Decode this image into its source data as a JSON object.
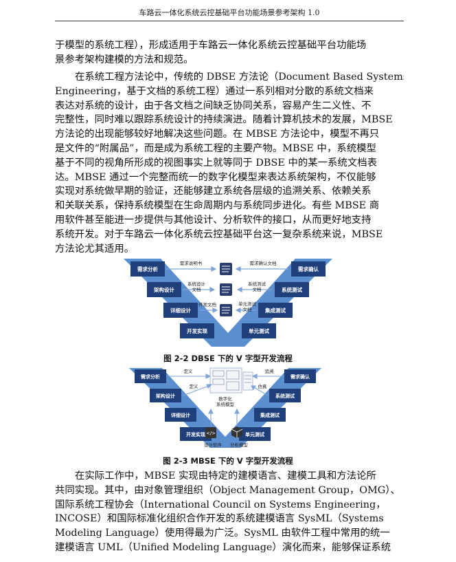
{
  "header": {
    "title": "车路云一体化系统云控基础平台功能场景参考架构 1.0"
  },
  "para1": {
    "lines": [
      "于模型的系统工程），形成适用于车路云一体化系统云控基础平台功能场",
      "景参考架构建模的方法和规范。"
    ]
  },
  "para2": {
    "lines": [
      "在系统工程方法论中，传统的 DBSE 方法论（Document Based Systems",
      "Engineering，基于文档的系统工程）通过一系列相对分散的系统文档来",
      "表达对系统的设计，由于各文档之间缺乏协同关系，容易产生二义性、不",
      "完整性，同时难以跟踪系统设计的持续演进。随着计算机技术的发展，MBSE",
      "方法论的出现能够较好地解决这些问题。在 MBSE 方法论中，模型不再只",
      "是文件的“附属品”，而是成为系统工程的主要产物。MBSE 中，系统模型",
      "基于不同的视角所形成的视图事实上就等同于 DBSE 中的某一系统文档表",
      "达。MBSE 通过一个完整而统一的数字化模型来表达系统架构，不仅能够",
      "实现对系统做早期的验证，还能够建立系统各层级的追溯关系、依赖关系",
      "和关联关系，保持系统模型在生命周期内与系统同步进化。有些 MBSE 商",
      "用软件甚至能进一步提供与其他设计、分析软件的接口，从而更好地支持",
      "系统开发。对于车路云一体化系统云控基础平台这一复杂系统来说，MBSE",
      "方法论尤其适用。"
    ]
  },
  "fig1": {
    "caption": "图 2-2 DBSE 下的 V 字型开发流程",
    "left": [
      "需求分析",
      "架构设计",
      "详细设计",
      "开发实现"
    ],
    "right": [
      "需求确认",
      "系统测试",
      "集成测试",
      "单元测试"
    ],
    "docs": [
      "需求说明书",
      "需求确认文档",
      "系统设计",
      "文档",
      "系统测试",
      "文档",
      "开发文档",
      "单元测试",
      "文档"
    ]
  },
  "fig2": {
    "caption": "图 2-3 MBSE 下的 V 字型开发流程",
    "left": [
      "需求分析",
      "架构设计",
      "详细设计",
      "开发实现"
    ],
    "right": [
      "需求确认",
      "系统测试",
      "集成测试",
      "单元测试"
    ],
    "labels": [
      "定义",
      "追溯",
      "定义",
      "仿真",
      "数字化",
      "系统模型",
      "设计软件",
      "分析模型"
    ],
    "icons": [
      "code-icon",
      "cube-icon"
    ]
  },
  "para3": {
    "lines": [
      "在实际工作中，MBSE 实现由特定的建模语言、建模工具和方法论所",
      "共同实现。其中，由对象管理组织（Object Management Group，OMG）、",
      "国际系统工程协会（International Council on Systems Engineering，",
      "INCOSE）和国际标准化组织合作开发的系统建模语言 SysML（Systems",
      "Modeling Language）使用得最为广泛。SysML 由软件工程中常用的统一",
      "建模语言 UML（Unified Modeling Language）演化而来，能够保证系统"
    ]
  },
  "colors": {
    "band": "#5b8fd0",
    "box": "#1f3f7a",
    "arrow": "#7fa3d6",
    "doc": "#2a3d6e"
  }
}
